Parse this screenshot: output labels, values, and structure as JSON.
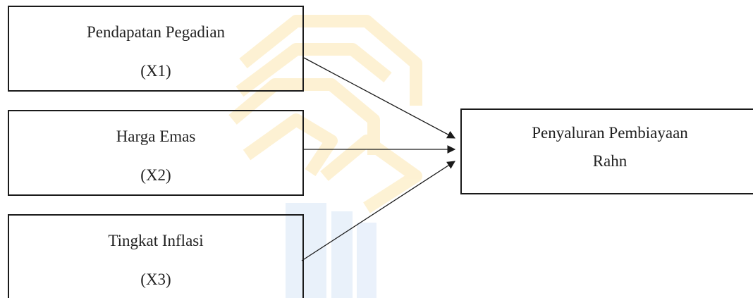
{
  "diagram": {
    "nodes": [
      {
        "id": "x1",
        "line1": "Pendapatan Pegadian",
        "line2": "(X1)"
      },
      {
        "id": "x2",
        "line1": "Harga Emas",
        "line2": "(X2)"
      },
      {
        "id": "x3",
        "line1": "Tingkat Inflasi",
        "line2": "(X3)"
      },
      {
        "id": "y",
        "line1": "Penyaluran Pembiayaan",
        "line2": "Rahn"
      }
    ],
    "edges": [
      {
        "from": "x1",
        "to": "y"
      },
      {
        "from": "x2",
        "to": "y"
      },
      {
        "from": "x3",
        "to": "y"
      }
    ]
  },
  "colors": {
    "border": "#1a1a1a",
    "text": "#222222",
    "arrow": "#1a1a1a",
    "watermark_gold": "#f7c23c",
    "watermark_blue": "#8ab4e8"
  }
}
